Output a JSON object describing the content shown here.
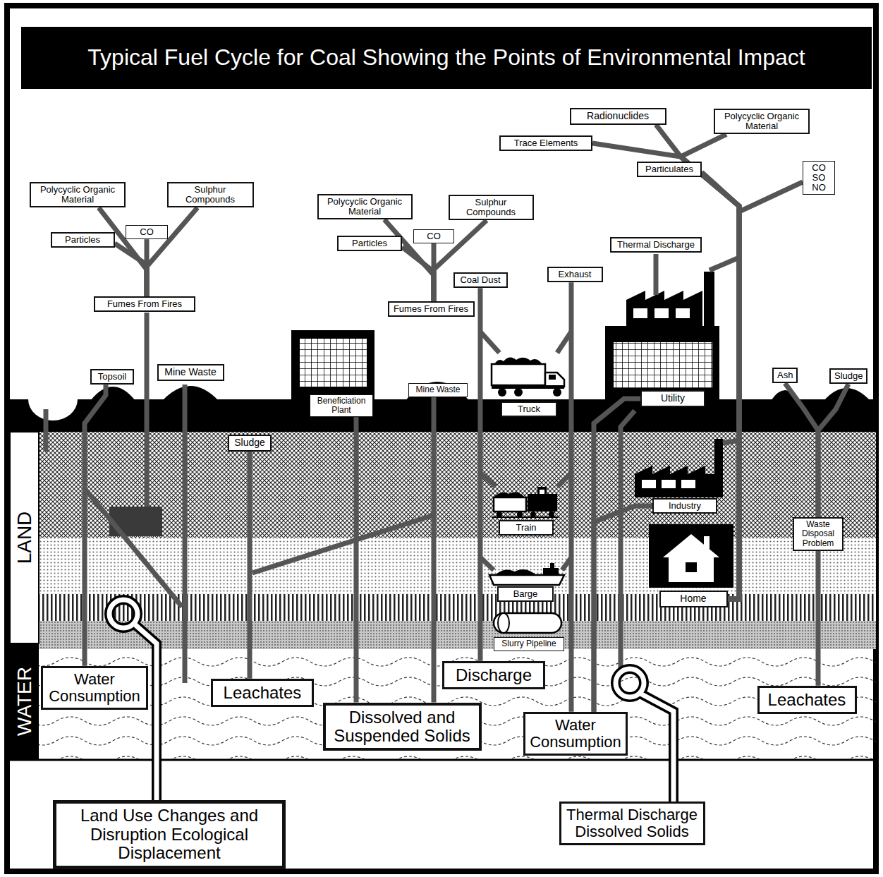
{
  "diagram": {
    "title": "Typical Fuel Cycle for Coal Showing the Points of Environmental Impact",
    "nodes": [
      {
        "text": [
          "Radionuclides"
        ]
      },
      {
        "text": [
          "Polycyclic Organic Material"
        ]
      },
      {
        "text": [
          "Trace Elements"
        ]
      },
      {
        "text": [
          "Particulates"
        ]
      },
      {
        "text": [
          "CO SO NO"
        ]
      },
      {
        "text": [
          "Polycyclic Organic Material"
        ]
      },
      {
        "text": [
          "Sulphur Compounds"
        ]
      },
      {
        "text": [
          "Particles"
        ]
      },
      {
        "text": [
          "CO"
        ]
      },
      {
        "text": [
          "Fumes From Fires"
        ]
      },
      {
        "text": [
          "Polycyclic Organic Material"
        ]
      },
      {
        "text": [
          "Sulphur Compounds"
        ]
      },
      {
        "text": [
          "Particles"
        ]
      },
      {
        "text": [
          "CO"
        ]
      },
      {
        "text": [
          "Fumes From Fires"
        ]
      },
      {
        "text": [
          "Thermal Discharge"
        ]
      },
      {
        "text": [
          "Coal Dust"
        ]
      },
      {
        "text": [
          "Exhaust"
        ]
      },
      {
        "text": [
          "Topsoil"
        ]
      },
      {
        "text": [
          "Mine Waste"
        ]
      },
      {
        "text": [
          "Beneficiation Plant"
        ]
      },
      {
        "text": [
          "Mine Waste"
        ]
      },
      {
        "text": [
          "Truck"
        ]
      },
      {
        "text": [
          "Utility"
        ]
      },
      {
        "text": [
          "Ash"
        ]
      },
      {
        "text": [
          "Sludge"
        ]
      },
      {
        "text": [
          "Sludge"
        ]
      },
      {
        "text": [
          "Industry"
        ]
      },
      {
        "text": [
          "Train"
        ]
      },
      {
        "text": [
          "Waste Disposal Problem"
        ]
      },
      {
        "text": [
          "Barge"
        ]
      },
      {
        "text": [
          "Home"
        ]
      },
      {
        "text": [
          "Slurry Pipeline"
        ]
      },
      {
        "text": [
          "Water Consumption"
        ]
      },
      {
        "text": [
          "Leachates"
        ]
      },
      {
        "text": [
          "Discharge"
        ]
      },
      {
        "text": [
          "Dissolved and Suspended Solids"
        ]
      },
      {
        "text": [
          "Water Consumption"
        ]
      },
      {
        "text": [
          "Leachates"
        ]
      },
      {
        "text": [
          "Land Use Changes and Disruption Ecological Displacement"
        ]
      },
      {
        "text": [
          "Thermal Discharge Dissolved Solids"
        ]
      }
    ],
    "edges": [
      {
        "from": 9,
        "to": 7,
        "arrow": "none"
      },
      {
        "from": 9,
        "to": 8,
        "arrow": "none"
      },
      {
        "from": 9,
        "to": 5,
        "arrow": "none"
      },
      {
        "from": 9,
        "to": 6,
        "arrow": "none"
      },
      {
        "from": 14,
        "to": 12,
        "arrow": "none"
      },
      {
        "from": 14,
        "to": 13,
        "arrow": "none"
      },
      {
        "from": 14,
        "to": 10,
        "arrow": "none"
      },
      {
        "from": 14,
        "to": 11,
        "arrow": "none"
      },
      {
        "from": 31,
        "to": 3,
        "arrow": "none"
      },
      {
        "from": 31,
        "to": 2,
        "arrow": "none"
      },
      {
        "from": 31,
        "to": 0,
        "arrow": "none"
      },
      {
        "from": 31,
        "to": 1,
        "arrow": "none"
      },
      {
        "from": 31,
        "to": 4,
        "arrow": "none"
      },
      {
        "from": 18,
        "to": 33,
        "arrow": "none"
      },
      {
        "from": 26,
        "to": 34,
        "arrow": "none"
      },
      {
        "from": 20,
        "to": 36,
        "arrow": "none"
      },
      {
        "from": 21,
        "to": 36,
        "arrow": "none"
      },
      {
        "from": 16,
        "to": 35,
        "arrow": "none"
      },
      {
        "from": 17,
        "to": 37,
        "arrow": "none"
      },
      {
        "from": 23,
        "to": 37,
        "arrow": "none"
      },
      {
        "from": 27,
        "to": 37,
        "arrow": "none"
      },
      {
        "from": 24,
        "to": 29,
        "arrow": "none"
      },
      {
        "from": 25,
        "to": 29,
        "arrow": "none"
      },
      {
        "from": 29,
        "to": 38,
        "arrow": "none"
      }
    ],
    "labels": [
      "LAND",
      "WATER"
    ]
  }
}
